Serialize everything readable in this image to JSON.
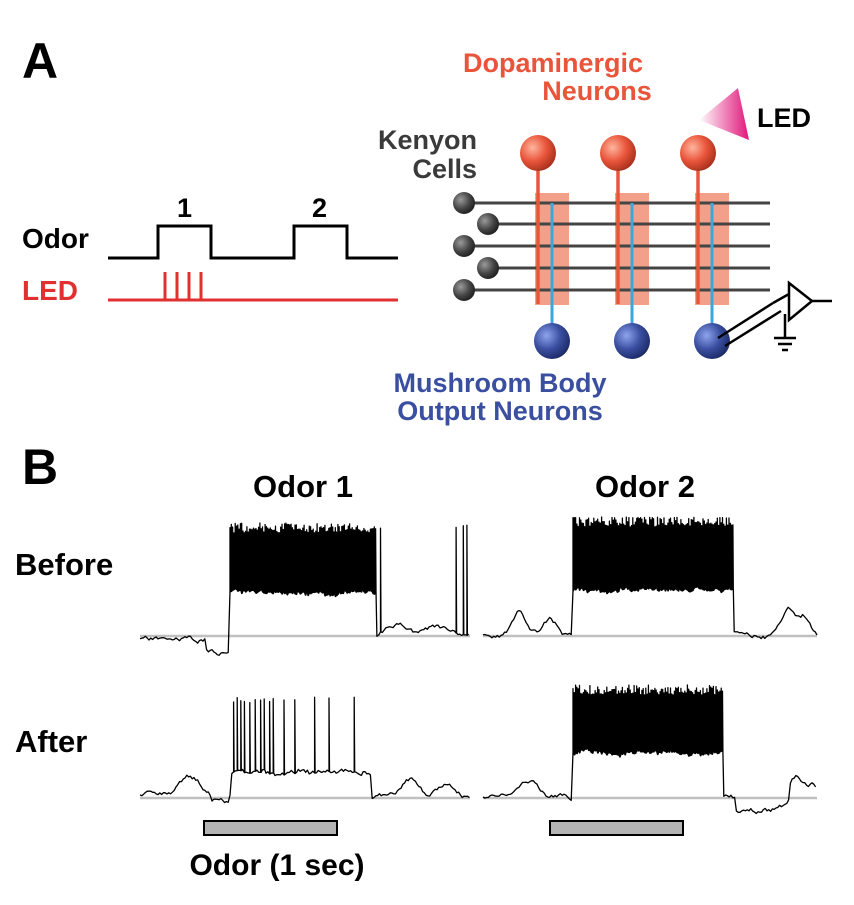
{
  "panels": {
    "a": "A",
    "b": "B"
  },
  "stimulus": {
    "odor_label": "Odor",
    "led_label": "LED",
    "pulse_1": "1",
    "pulse_2": "2"
  },
  "circuit": {
    "dan_line1": "Dopaminergic",
    "dan_line2": "Neurons",
    "kc_line1": "Kenyon",
    "kc_line2": "Cells",
    "mbon_line1": "Mushroom Body",
    "mbon_line2": "Output Neurons",
    "led_label": "LED"
  },
  "recordings": {
    "col_1": "Odor 1",
    "col_2": "Odor 2",
    "row_before": "Before",
    "row_after": "After",
    "odor_bar_label": "Odor (1 sec)"
  },
  "colors": {
    "dan": "#e8553a",
    "dan_highlight": "#f3a08a",
    "mbon": "#3a4fa0",
    "mbon_axon": "#3aa7dd",
    "kc": "#444444",
    "led_red": "#e03030",
    "led_magenta": "#e0157a",
    "baseline": "#c0c0c0",
    "odor_bar": "#b4b4b4"
  }
}
